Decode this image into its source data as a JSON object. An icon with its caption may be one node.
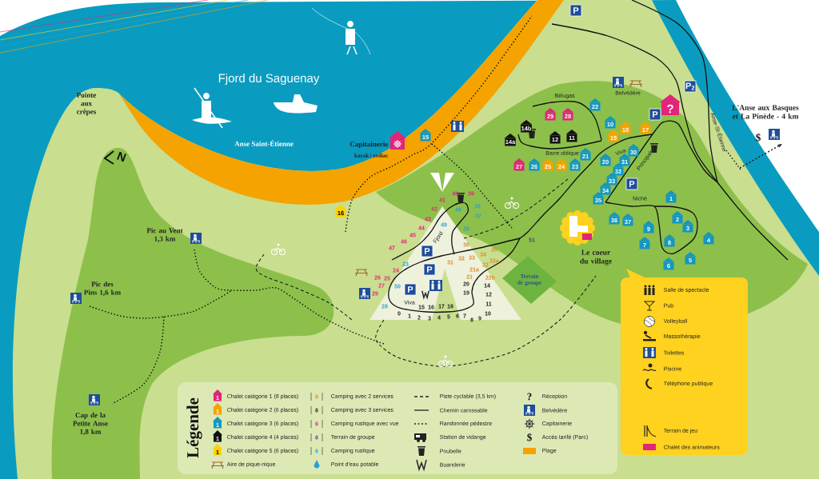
{
  "diagram": {
    "nodes": [
      {
        "text": [
          "P"
        ]
      },
      {
        "text": [
          "P$_{2}$"
        ]
      },
      {
        "text": [
          "22"
        ]
      },
      {
        "text": [
          "?"
        ]
      },
      {
        "text": [
          "29"
        ]
      },
      {
        "text": [
          "28"
        ]
      },
      {
        "text": [
          "P"
        ]
      },
      {
        "text": [
          "14b"
        ]
      },
      {
        "text": [
          "10"
        ]
      },
      {
        "text": [
          "18"
        ]
      },
      {
        "text": [
          "17"
        ]
      },
      {
        "text": [
          "19"
        ]
      },
      {
        "text": [
          "12"
        ]
      },
      {
        "text": [
          "11"
        ]
      },
      {
        "text": [
          "15"
        ]
      },
      {
        "text": [
          "14a"
        ]
      },
      {
        "text": [],
        "shape": "picture",
        "beside": [
          "Capitainerie",
          "kayak | zodiac"
        ]
      },
      {
        "text": [
          "21"
        ]
      },
      {
        "text": [
          "30"
        ]
      },
      {
        "text": [
          "27"
        ]
      },
      {
        "text": [
          "26"
        ]
      },
      {
        "text": [
          "25"
        ]
      },
      {
        "text": [
          "24"
        ]
      },
      {
        "text": [
          "23"
        ]
      },
      {
        "text": [
          "20"
        ]
      },
      {
        "text": [
          "31"
        ]
      },
      {
        "text": [
          "32"
        ]
      },
      {
        "text": [
          "33"
        ]
      },
      {
        "text": [
          "34"
        ]
      },
      {
        "text": [
          "P"
        ]
      },
      {
        "text": [
          "1"
        ]
      },
      {
        "text": [
          "35"
        ]
      },
      {
        "text": [
          "16"
        ]
      },
      {
        "text": [
          "2"
        ]
      },
      {
        "text": [
          "36"
        ]
      },
      {
        "text": [
          "37"
        ]
      },
      {
        "text": [
          "3"
        ]
      },
      {
        "text": [
          "9"
        ]
      },
      {
        "text": [
          "4"
        ]
      },
      {
        "text": [
          "8"
        ]
      },
      {
        "text": [
          "7"
        ]
      },
      {
        "text": [
          "P"
        ]
      },
      {
        "text": [
          "5"
        ]
      },
      {
        "text": [
          "6"
        ]
      },
      {
        "text": [
          "P"
        ]
      },
      {
        "text": [
          "Terrain de groupe"
        ]
      },
      {
        "text": [
          "P"
        ]
      }
    ],
    "labels": [
      "Fjord du Saguenay",
      "Pointe aux crêpes",
      "N",
      "Belvédère",
      "Bélugas",
      "Anse Saint-Étienne",
      "L'Anse aux Basques et La Pinède - 4 km",
      "$",
      "Anse-St-Étienne",
      "Barre oblique",
      "Viva",
      "Principale",
      "Niché",
      "Pic au Vent 1,3 km",
      "Pic des Pins 1,6 km",
      "Fjord",
      "Le coeur du village",
      "47",
      "46",
      "45",
      "44",
      "43",
      "42",
      "41",
      "40",
      "39",
      "38",
      "37",
      "48",
      "49",
      "36",
      "30",
      "35",
      "34",
      "33",
      "32",
      "31",
      "22a",
      "22",
      "21a",
      "22b",
      "21",
      "20",
      "14",
      "19",
      "12",
      "11",
      "10",
      "9",
      "8",
      "7",
      "6",
      "5",
      "4",
      "3",
      "2",
      "1",
      "0",
      "15",
      "16",
      "17",
      "18",
      "28",
      "29",
      "27",
      "50",
      "26",
      "25",
      "24",
      "23",
      "51",
      "Viva",
      "Cap de la Petite Anse 1,8 km",
      "Légende",
      "1",
      "1",
      "1",
      "1",
      "1",
      "6",
      "6",
      "6",
      "6",
      "6",
      "?",
      "$"
    ],
    "legend": [
      {
        "text": "Chalet catégorie 1 (8 places)"
      },
      {
        "text": "Chalet catégorie 2 (6 places)"
      },
      {
        "text": "Chalet catégorie 3 (6 places)"
      },
      {
        "text": "Chalet catégorie 4 (4 places)"
      },
      {
        "text": "Chalet catégorie 5 (6 places)"
      },
      {
        "text": "Aire de pique-nique"
      },
      {
        "text": "Camping avec 2 services"
      },
      {
        "text": "Camping avec 3 services"
      },
      {
        "text": "Camping rustique avec vue"
      },
      {
        "text": "Terrain de groupe"
      },
      {
        "text": "Camping rustique"
      },
      {
        "text": "Point d'eau potable"
      },
      {
        "text": "Piste cyclable (3,5 km)"
      },
      {
        "text": "Chemin carossable"
      },
      {
        "text": "Randonnée pédestre"
      },
      {
        "text": "Station de vidange"
      },
      {
        "text": "Poubelle"
      },
      {
        "text": "Buanderie"
      },
      {
        "text": "Réception"
      },
      {
        "text": "Belvédère"
      },
      {
        "text": "Capitainerie"
      },
      {
        "text": "Accès tarifé (Parc)"
      },
      {
        "text": "Plage",
        "color": "#f4a300"
      },
      {
        "text": "Salle de spectacle"
      },
      {
        "text": "Pub"
      },
      {
        "text": "Volleyball"
      },
      {
        "text": "Massothérapie"
      },
      {
        "text": "Toilettes"
      },
      {
        "text": "Piscine"
      },
      {
        "text": "Téléphone publique"
      },
      {
        "text": "Terrain de jeu"
      },
      {
        "text": "Chalet des animateurs",
        "color": "#e2247a"
      }
    ]
  }
}
